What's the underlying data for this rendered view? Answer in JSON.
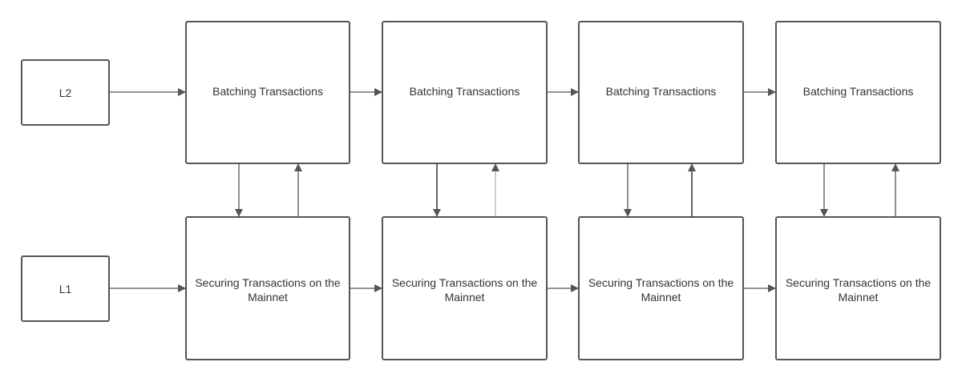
{
  "diagram": {
    "layers": {
      "l2": "L2",
      "l1": "L1"
    },
    "top_row": [
      {
        "label": "Batching Transactions"
      },
      {
        "label": "Batching Transactions"
      },
      {
        "label": "Batching Transactions"
      },
      {
        "label": "Batching Transactions"
      }
    ],
    "bottom_row": [
      {
        "label": "Securing Transactions on the Mainnet"
      },
      {
        "label": "Securing Transactions on the Mainnet"
      },
      {
        "label": "Securing Transactions on the Mainnet"
      },
      {
        "label": "Securing Transactions on the Mainnet"
      }
    ],
    "colors": {
      "stroke": "#555555",
      "text": "#333333"
    }
  }
}
